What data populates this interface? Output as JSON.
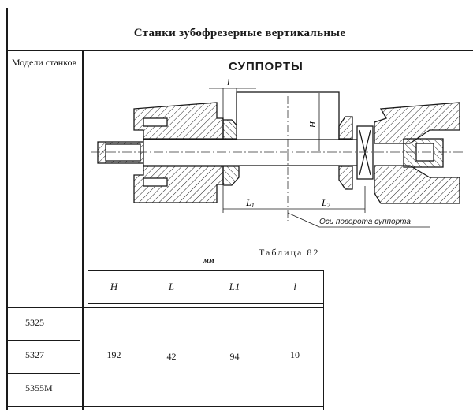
{
  "page": {
    "title": "Станки зубофрезерные вертикальные",
    "models_header": "Модели станков",
    "section_title": "СУППОРТЫ"
  },
  "drawing": {
    "labels": {
      "l": "l",
      "H": "H",
      "L1": "L1",
      "L2": "L2"
    },
    "axis_note": "Ось поворота суппорта"
  },
  "table": {
    "caption": "Таблица 82",
    "unit": "мм",
    "columns": [
      "H",
      "L",
      "L1",
      "l"
    ],
    "models": [
      "5325",
      "5327",
      "5355М"
    ],
    "values": {
      "H": "192",
      "L": "42",
      "L1": "94",
      "l": "10"
    }
  }
}
